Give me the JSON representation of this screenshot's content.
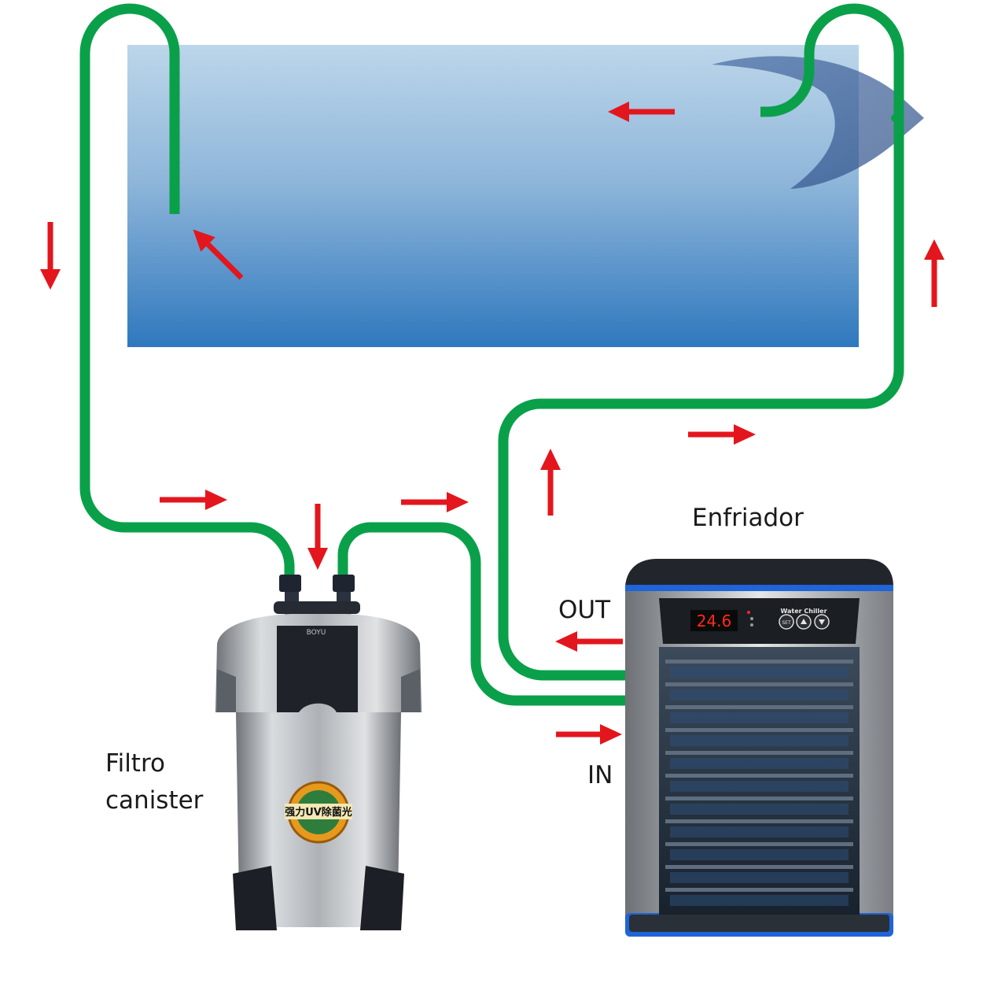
{
  "labels": {
    "chiller": "Enfriador",
    "filter_line1": "Filtro",
    "filter_line2": "canister",
    "out": "OUT",
    "in": "IN"
  },
  "chiller_panel": {
    "temperature": "24.6",
    "brand": "Water Chiller",
    "set_button": "SET"
  },
  "filter_badge": {
    "text": "强力UV除菌光"
  },
  "filter_brand": "BOYU",
  "colors": {
    "pipe": "#0aa04a",
    "arrow": "#e3161d",
    "water_top": "#b9d4e9",
    "water_bottom": "#2f78be",
    "chiller_accent": "#1f64d8",
    "display": "#ff2a1a"
  }
}
